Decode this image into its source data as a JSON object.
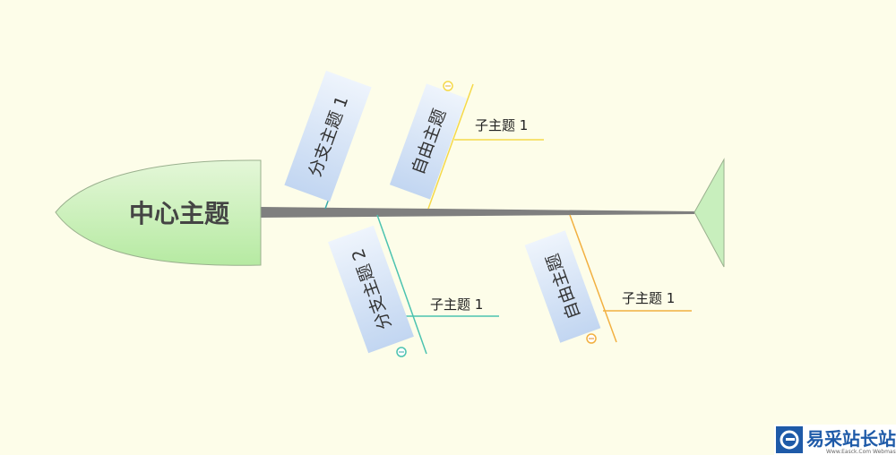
{
  "center_topic": "中心主题",
  "branches": [
    {
      "label": "分支主题 1",
      "color": "#3aa9a9"
    },
    {
      "label": "自由主题",
      "color": "#f5d94a",
      "subtopic": "子主题 1"
    },
    {
      "label": "分支主题 2",
      "color": "#4cc3b0",
      "subtopic": "子主题 1"
    },
    {
      "label": "自由主题",
      "color": "#f2b040",
      "subtopic": "子主题 1"
    }
  ],
  "watermark": {
    "text": "易采站长站",
    "subtext": "Www.Easck.Com Webmaster"
  }
}
